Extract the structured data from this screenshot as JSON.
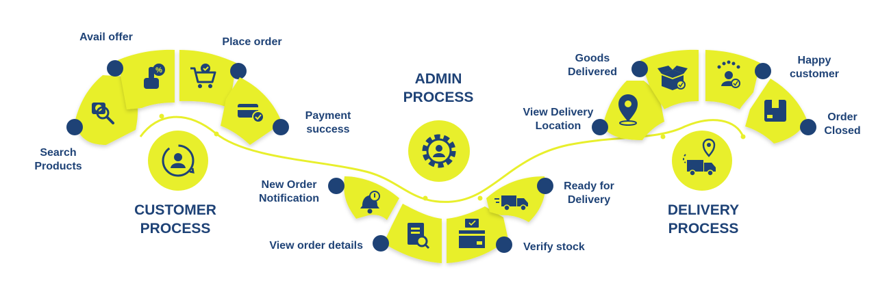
{
  "colors": {
    "accent_yellow": "#e8ef2c",
    "navy": "#1e4276",
    "connector_line": "#e8ef2c",
    "background": "#ffffff"
  },
  "sections": {
    "customer": {
      "title_line1": "CUSTOMER",
      "title_line2": "PROCESS",
      "hub_icon": "user-cycle-icon",
      "steps": [
        {
          "label_line1": "Search",
          "label_line2": "Products",
          "icon": "bag-search-icon"
        },
        {
          "label_line1": "Avail offer",
          "label_line2": "",
          "icon": "hand-discount-icon"
        },
        {
          "label_line1": "Place order",
          "label_line2": "",
          "icon": "cart-check-icon"
        },
        {
          "label_line1": "Payment",
          "label_line2": "success",
          "icon": "card-check-icon"
        }
      ]
    },
    "admin": {
      "title_line1": "ADMIN",
      "title_line2": "PROCESS",
      "hub_icon": "gear-user-icon",
      "steps": [
        {
          "label_line1": "New Order",
          "label_line2": "Notification",
          "icon": "bell-alert-icon"
        },
        {
          "label_line1": "View order details",
          "label_line2": "",
          "icon": "document-search-icon"
        },
        {
          "label_line1": "Verify stock",
          "label_line2": "",
          "icon": "box-monitor-icon"
        },
        {
          "label_line1": "Ready for",
          "label_line2": "Delivery",
          "icon": "delivery-truck-icon"
        }
      ]
    },
    "delivery": {
      "title_line1": "DELIVERY",
      "title_line2": "PROCESS",
      "hub_icon": "truck-location-icon",
      "steps": [
        {
          "label_line1": "View Delivery",
          "label_line2": "Location",
          "icon": "map-pin-icon"
        },
        {
          "label_line1": "Goods",
          "label_line2": "Delivered",
          "icon": "open-box-check-icon"
        },
        {
          "label_line1": "Happy",
          "label_line2": "customer",
          "icon": "customer-stars-icon"
        },
        {
          "label_line1": "Order",
          "label_line2": "Closed",
          "icon": "package-closed-icon"
        }
      ]
    }
  }
}
